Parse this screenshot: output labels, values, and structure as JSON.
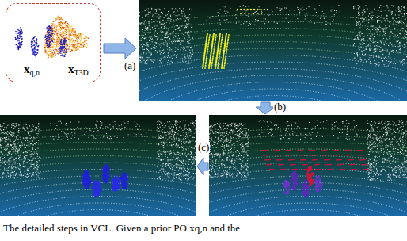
{
  "diagram": {
    "caption": "The detailed steps in VCL. Given a prior PO xq,n and the",
    "nodes": [
      {
        "text": [
          "xq,n",
          "xT3D"
        ]
      }
    ],
    "labels": [
      "(a)",
      "(b)",
      "(c)"
    ]
  }
}
